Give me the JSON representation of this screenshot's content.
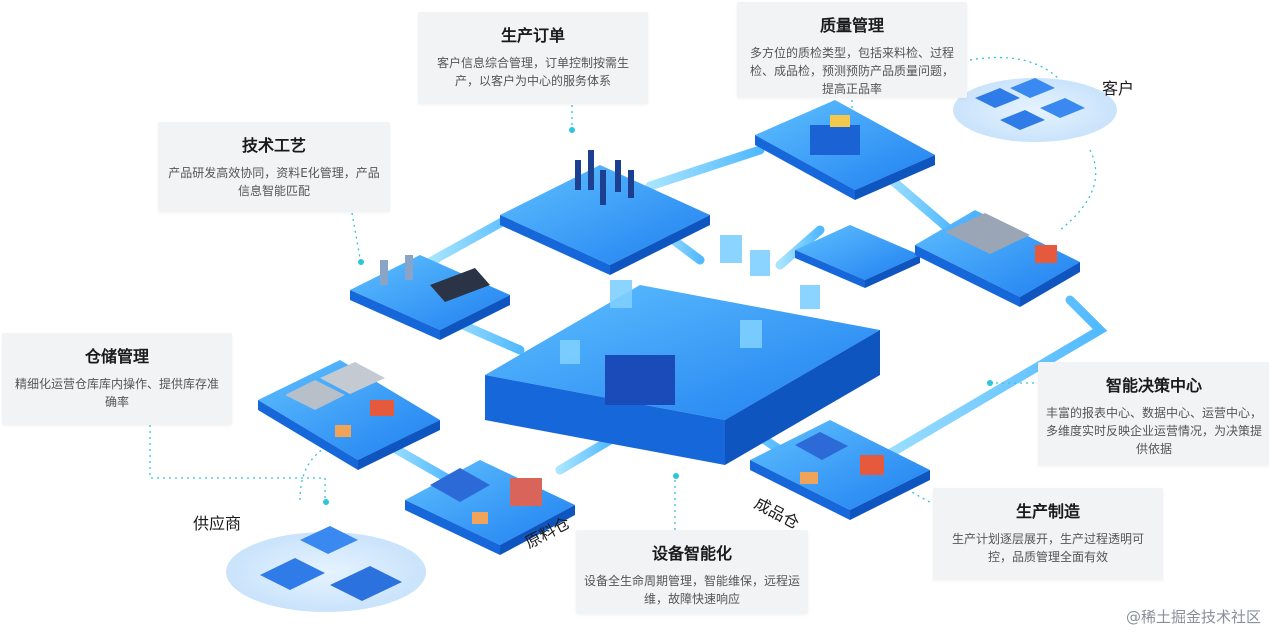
{
  "callouts": {
    "order": {
      "title": "生产订单",
      "desc": "客户信息综合管理，订单控制按需生产，以客户为中心的服务体系"
    },
    "quality": {
      "title": "质量管理",
      "desc": "多方位的质检类型，包括来料检、过程检、成品检，预测预防产品质量问题，提高正品率"
    },
    "tech": {
      "title": "技术工艺",
      "desc": "产品研发高效协同，资料E化管理，产品信息智能匹配"
    },
    "storage": {
      "title": "仓储管理",
      "desc": "精细化运营仓库库内操作、提供库存准确率"
    },
    "decision": {
      "title": "智能决策中心",
      "desc": "丰富的报表中心、数据中心、运营中心，多维度实时反映企业运营情况，为决策提供依据"
    },
    "production": {
      "title": "生产制造",
      "desc": "生产计划逐层展开，生产过程透明可控，品质管理全面有效"
    },
    "device": {
      "title": "设备智能化",
      "desc": "设备全生命周期管理，智能维保，远程运维，故障快速响应"
    }
  },
  "labels": {
    "customer": "客户",
    "supplier": "供应商",
    "raw_warehouse": "原料仓",
    "finished_warehouse": "成品仓"
  },
  "watermark": "@稀土掘金技术社区",
  "colors": {
    "platform_top": "#3aa6ff",
    "platform_side": "#1667d9",
    "flow": "#5cc8ff",
    "dotted": "#35c2d6"
  }
}
